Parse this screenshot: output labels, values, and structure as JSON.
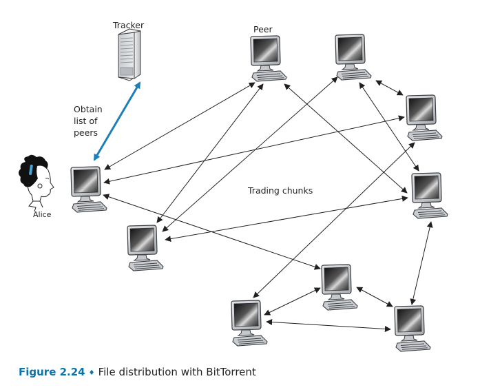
{
  "labels": {
    "tracker": "Tracker",
    "peer": "Peer",
    "obtain": [
      "Obtain",
      "list of",
      "peers"
    ],
    "trading": "Trading chunks",
    "alice": "Alice"
  },
  "caption": {
    "figure": "Figure 2.24",
    "separator": "♦",
    "text": "File distribution with BitTorrent"
  },
  "colors": {
    "accent": "#0a73ab",
    "tracker_link": "#1e7fb8",
    "lines": "#231f20",
    "hair_band": "#4aa3d6"
  },
  "nodes": [
    {
      "id": "alice",
      "kind": "computer",
      "role": "Alice"
    },
    {
      "id": "peer-top",
      "kind": "computer",
      "role": "Peer"
    },
    {
      "id": "peer-top-right",
      "kind": "computer"
    },
    {
      "id": "peer-right-1",
      "kind": "computer"
    },
    {
      "id": "peer-right-2",
      "kind": "computer"
    },
    {
      "id": "peer-left",
      "kind": "computer"
    },
    {
      "id": "peer-middle",
      "kind": "computer"
    },
    {
      "id": "peer-bottom-left",
      "kind": "computer"
    },
    {
      "id": "peer-bottom-right",
      "kind": "computer"
    },
    {
      "id": "tracker",
      "kind": "server",
      "role": "Tracker"
    }
  ],
  "edges": [
    {
      "from": "alice",
      "to": "tracker",
      "type": "bidirectional",
      "style": "tracker"
    },
    {
      "from": "alice",
      "to": "peer-top",
      "type": "bidirectional"
    },
    {
      "from": "alice",
      "to": "peer-right-1",
      "type": "bidirectional"
    },
    {
      "from": "alice",
      "to": "peer-middle",
      "type": "bidirectional"
    },
    {
      "from": "peer-top",
      "to": "peer-left",
      "type": "bidirectional"
    },
    {
      "from": "peer-top-right",
      "to": "peer-left",
      "type": "bidirectional"
    },
    {
      "from": "peer-right-2",
      "to": "peer-left",
      "type": "bidirectional"
    },
    {
      "from": "peer-top",
      "to": "peer-right-2",
      "type": "bidirectional"
    },
    {
      "from": "peer-top-right",
      "to": "peer-right-2",
      "type": "bidirectional"
    },
    {
      "from": "peer-top-right",
      "to": "peer-right-1",
      "type": "bidirectional"
    },
    {
      "from": "peer-right-1",
      "to": "peer-bottom-left",
      "type": "bidirectional"
    },
    {
      "from": "peer-right-2",
      "to": "peer-bottom-right",
      "type": "bidirectional"
    },
    {
      "from": "peer-middle",
      "to": "peer-bottom-left",
      "type": "bidirectional"
    },
    {
      "from": "peer-middle",
      "to": "peer-bottom-right",
      "type": "bidirectional"
    },
    {
      "from": "peer-bottom-left",
      "to": "peer-bottom-right",
      "type": "bidirectional"
    }
  ]
}
